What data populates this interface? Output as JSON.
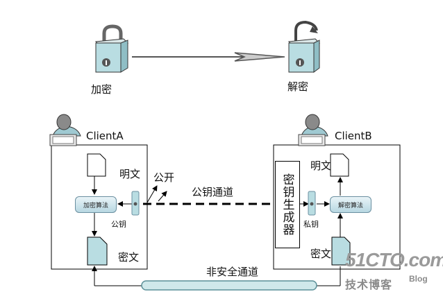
{
  "top": {
    "encrypt_label": "加密",
    "decrypt_label": "解密"
  },
  "client_a": {
    "name": "ClientA",
    "plaintext_label": "明文",
    "algorithm_label": "加密算法",
    "key_label": "公钥",
    "ciphertext_label": "密文"
  },
  "client_b": {
    "name": "ClientB",
    "plaintext_label": "明文",
    "algorithm_label": "解密算法",
    "key_label": "私钥",
    "ciphertext_label": "密文",
    "key_generator_label": "密钥生成器"
  },
  "channels": {
    "public_label": "公开",
    "public_key_channel_label": "公钥通道",
    "insecure_channel_label": "非安全通道"
  },
  "watermark": {
    "site": "51CTO.com",
    "subtitle": "技术博客",
    "blog": "Blog"
  },
  "colors": {
    "accent": "#b9dde2",
    "pipe": "#cfe8ea",
    "stroke": "#000000"
  }
}
